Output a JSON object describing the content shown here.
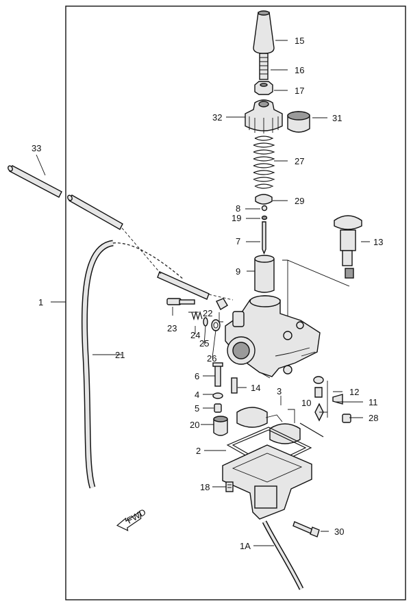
{
  "labels": {
    "l15": "15",
    "l16": "16",
    "l17": "17",
    "l32": "32",
    "l31": "31",
    "l33": "33",
    "l27": "27",
    "l29": "29",
    "l8": "8",
    "l19": "19",
    "l13": "13",
    "l7": "7",
    "l9": "9",
    "l1": "1",
    "l22": "22",
    "l23": "23",
    "l24": "24",
    "l25": "25",
    "l21": "21",
    "l26": "26",
    "l6": "6",
    "l14": "14",
    "l12": "12",
    "l3": "3",
    "l4": "4",
    "l11": "11",
    "l10": "10",
    "l5": "5",
    "l28": "28",
    "l20": "20",
    "l2": "2",
    "l18": "18",
    "l30": "30",
    "l1a": "1A"
  },
  "fwd_badge": "FWD"
}
